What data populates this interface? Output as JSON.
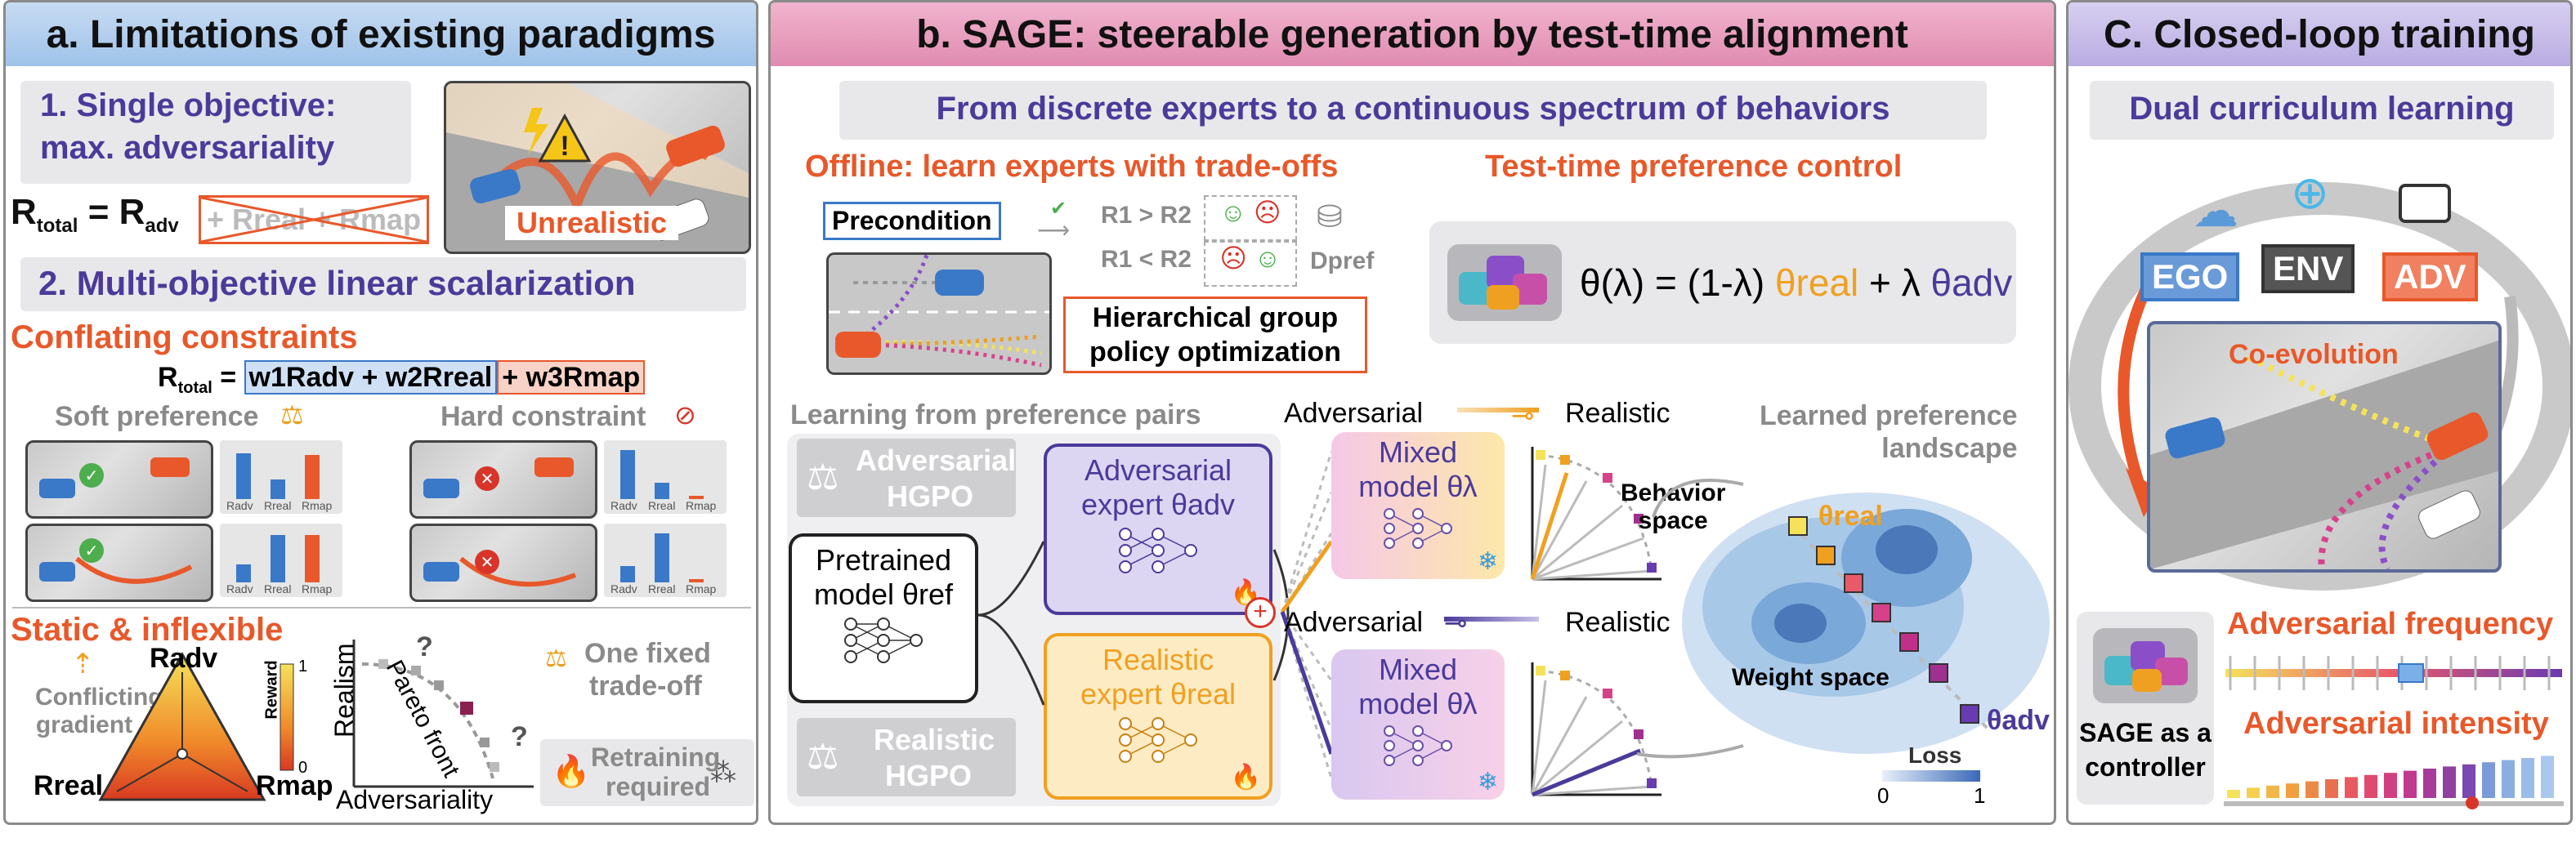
{
  "panel_a": {
    "title": "a. Limitations of existing paradigms",
    "single_objective": "1. Single objective:",
    "max_adversariality": "max. adversariality",
    "unrealistic": "Unrealistic",
    "r_total": "R",
    "r_total_sub": "total",
    "equals": "=",
    "r_adv": "R",
    "r_adv_sub": "adv",
    "r_real_struck": "+ Rreal + Rmap",
    "multi_objective": "2. Multi-objective linear scalarization",
    "conflating": "Conflating constraints",
    "formula_blue": "w1Radv + w2Rreal",
    "formula_red": "+ w3Rmap",
    "soft_preference": "Soft preference",
    "hard_constraint": "Hard constraint",
    "bar_labels": [
      "Radv",
      "Rreal",
      "Rmap"
    ],
    "static_inflexible": "Static & inflexible",
    "conflicting_gradient": "Conflicting gradient",
    "triangle_top": "Radv",
    "triangle_left": "Rreal",
    "triangle_right": "Rmap",
    "reward_label": "Reward",
    "reward_max": "1",
    "reward_min": "0",
    "realism_axis": "Realism",
    "adversariality_axis": "Adversariality",
    "pareto_front": "Pareto front",
    "question_mark": "?",
    "one_fixed_trade_off_1": "One fixed",
    "one_fixed_trade_off_2": "trade-off",
    "retraining_1": "Retraining",
    "retraining_2": "required"
  },
  "panel_b": {
    "title": "b. SAGE: steerable generation by test-time alignment",
    "subtitle": "From discrete experts to a continuous spectrum of behaviors",
    "offline": "Offline: learn experts with trade-offs",
    "precondition": "Precondition",
    "r1_gt_r2": "R1 > R2",
    "r1_lt_r2": "R1 < R2",
    "d_pref": "Dpref",
    "hgpo_1": "Hierarchical group",
    "hgpo_2": "policy optimization",
    "test_time": "Test-time preference control",
    "formula": "θ(λ) = (1-λ)",
    "theta_real": "θreal",
    "plus_lambda": "+ λ",
    "theta_adv": "θadv",
    "learning_pairs": "Learning from preference pairs",
    "adv_hgpo_1": "Adversarial",
    "adv_hgpo_2": "HGPO",
    "real_hgpo_1": "Realistic",
    "real_hgpo_2": "HGPO",
    "pretrained_1": "Pretrained",
    "pretrained_2": "model θref",
    "adv_expert_1": "Adversarial",
    "adv_expert_2": "expert θadv",
    "real_expert_1": "Realistic",
    "real_expert_2": "expert θreal",
    "adversarial": "Adversarial",
    "realistic": "Realistic",
    "mixed_1": "Mixed",
    "mixed_2": "model θλ",
    "behavior_space_1": "Behavior",
    "behavior_space_2": "space",
    "learned_landscape_1": "Learned preference",
    "learned_landscape_2": "landscape",
    "weight_space": "Weight space",
    "theta_real_label": "θreal",
    "theta_adv_label": "θadv",
    "loss": "Loss",
    "loss_min": "0",
    "loss_max": "1"
  },
  "panel_c": {
    "title": "C. Closed-loop training",
    "subtitle": "Dual curriculum learning",
    "ego": "EGO",
    "env": "ENV",
    "adv": "ADV",
    "co_evolution": "Co-evolution",
    "sage_controller_1": "SAGE as a",
    "sage_controller_2": "controller",
    "adv_frequency": "Adversarial frequency",
    "adv_intensity": "Adversarial intensity"
  },
  "colors": {
    "purple": "#4b3a9a",
    "orange": "#e8582a",
    "gold": "#f0a020",
    "blue": "#3a78c8",
    "red": "#d8352a"
  }
}
